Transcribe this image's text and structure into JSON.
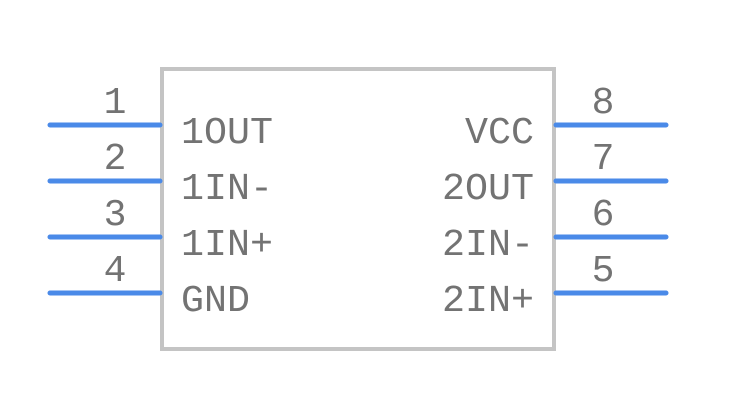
{
  "component": {
    "package": "8-pin dual",
    "colors": {
      "body_outline": "#c4c4c4",
      "pin_line": "#4a8ae8",
      "text": "#737373",
      "background": "#ffffff"
    },
    "left_pins": [
      {
        "number": "1",
        "label": "1OUT"
      },
      {
        "number": "2",
        "label": "1IN-"
      },
      {
        "number": "3",
        "label": "1IN+"
      },
      {
        "number": "4",
        "label": "GND"
      }
    ],
    "right_pins": [
      {
        "number": "8",
        "label": "VCC"
      },
      {
        "number": "7",
        "label": "2OUT"
      },
      {
        "number": "6",
        "label": "2IN-"
      },
      {
        "number": "5",
        "label": "2IN+"
      }
    ]
  }
}
